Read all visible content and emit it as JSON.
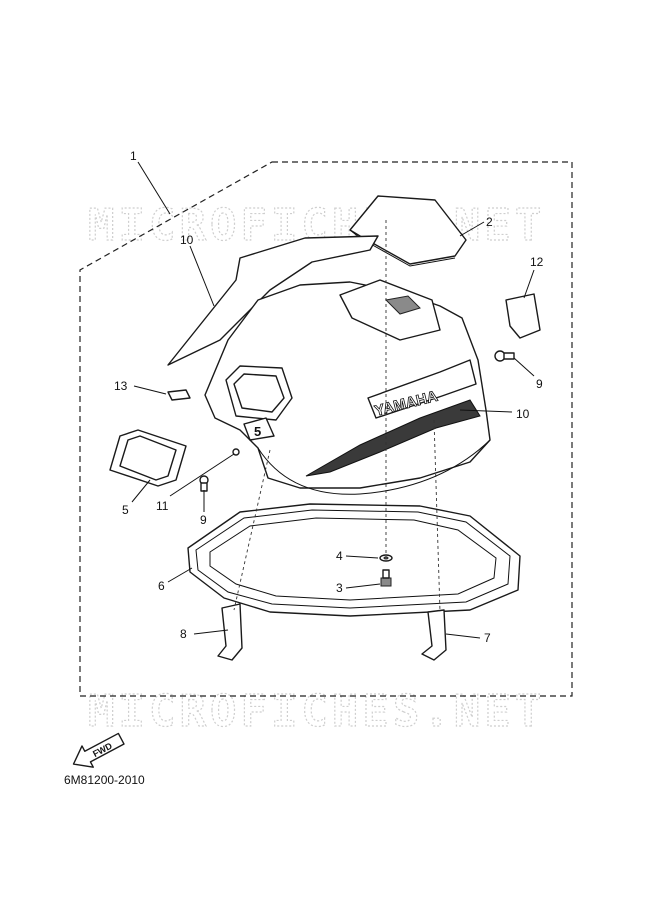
{
  "watermark": "MICROFICHES.NET",
  "diagram_code": "6M81200-2010",
  "brand_text": "YAMAHA",
  "model_badge": "5",
  "fwd_label": "FWD",
  "callouts": {
    "c1": "1",
    "c2": "2",
    "c3": "3",
    "c4": "4",
    "c5": "5",
    "c6": "6",
    "c7": "7",
    "c8": "8",
    "c9a": "9",
    "c9b": "9",
    "c10a": "10",
    "c10b": "10",
    "c11": "11",
    "c12": "12",
    "c13": "13"
  }
}
